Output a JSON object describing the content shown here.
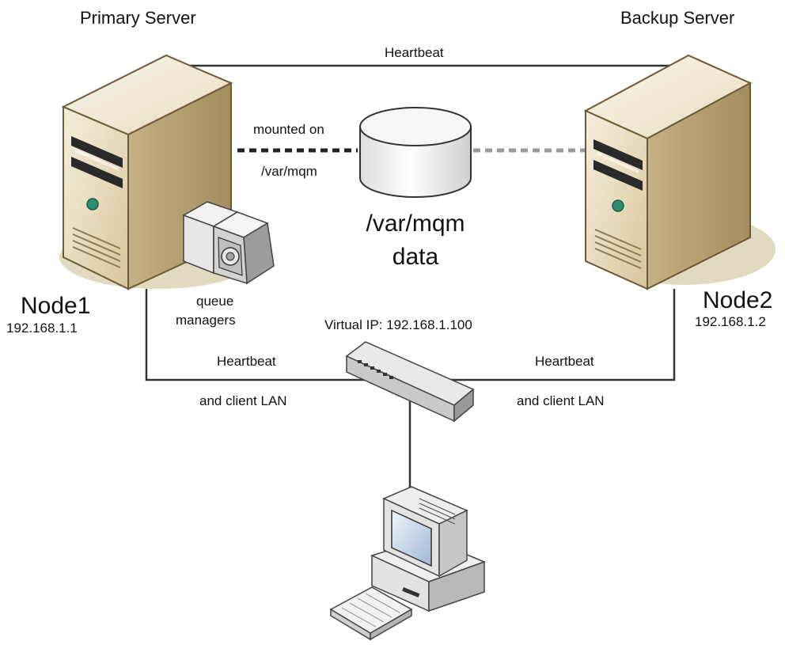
{
  "primary": {
    "title": "Primary Server",
    "node": "Node1",
    "ip": "192.168.1.1"
  },
  "backup": {
    "title": "Backup Server",
    "node": "Node2",
    "ip": "192.168.1.2"
  },
  "heartbeat_top": "Heartbeat",
  "mount": {
    "line1": "mounted on",
    "line2": "/var/mqm"
  },
  "storage": {
    "line1": "/var/mqm",
    "line2": "data"
  },
  "queue": {
    "line1": "queue",
    "line2": "managers"
  },
  "virtual_ip": "Virtual IP: 192.168.1.100",
  "lan_left": {
    "line1": "Heartbeat",
    "line2": "and client LAN"
  },
  "lan_right": {
    "line1": "Heartbeat",
    "line2": "and client LAN"
  },
  "colors": {
    "server_front": "#e9dcc0",
    "server_side": "#cdb98f",
    "shadow": "#d8ceb0",
    "accent_led": "#2e8b70",
    "line": "#333333",
    "dash_gray": "#9a9a9a"
  }
}
